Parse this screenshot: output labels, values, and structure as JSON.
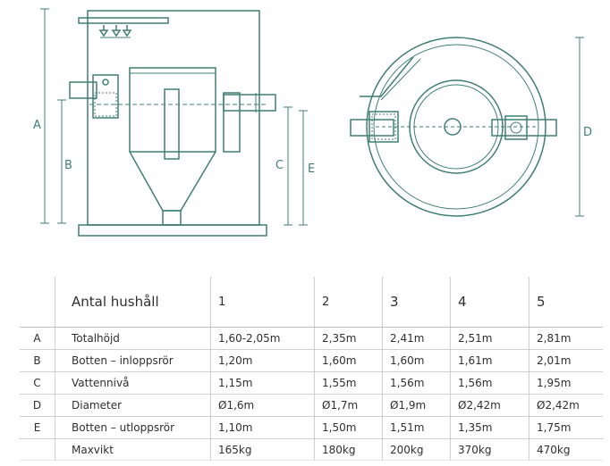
{
  "drawing": {
    "dimension_labels": {
      "A": "A",
      "B": "B",
      "C": "C",
      "D": "D",
      "E": "E"
    },
    "line_color": "#3f7f74"
  },
  "table": {
    "header_label": "Antal hushåll",
    "columns": [
      "1",
      "2",
      "3",
      "4",
      "5"
    ],
    "rows": [
      {
        "key": "A",
        "label": "Totalhöjd",
        "values": [
          "1,60-2,05m",
          "2,35m",
          "2,41m",
          "2,51m",
          "2,81m"
        ]
      },
      {
        "key": "B",
        "label": "Botten – inloppsrör",
        "values": [
          "1,20m",
          "1,60m",
          "1,60m",
          "1,61m",
          "2,01m"
        ]
      },
      {
        "key": "C",
        "label": "Vattennivå",
        "values": [
          "1,15m",
          "1,55m",
          "1,56m",
          "1,56m",
          "1,95m"
        ]
      },
      {
        "key": "D",
        "label": "Diameter",
        "values": [
          "Ø1,6m",
          "Ø1,7m",
          "Ø1,9m",
          "Ø2,42m",
          "Ø2,42m"
        ]
      },
      {
        "key": "E",
        "label": "Botten – utloppsrör",
        "values": [
          "1,10m",
          "1,50m",
          "1,51m",
          "1,35m",
          "1,75m"
        ]
      },
      {
        "key": "",
        "label": "Maxvikt",
        "values": [
          "165kg",
          "180kg",
          "200kg",
          "370kg",
          "470kg"
        ]
      }
    ]
  }
}
